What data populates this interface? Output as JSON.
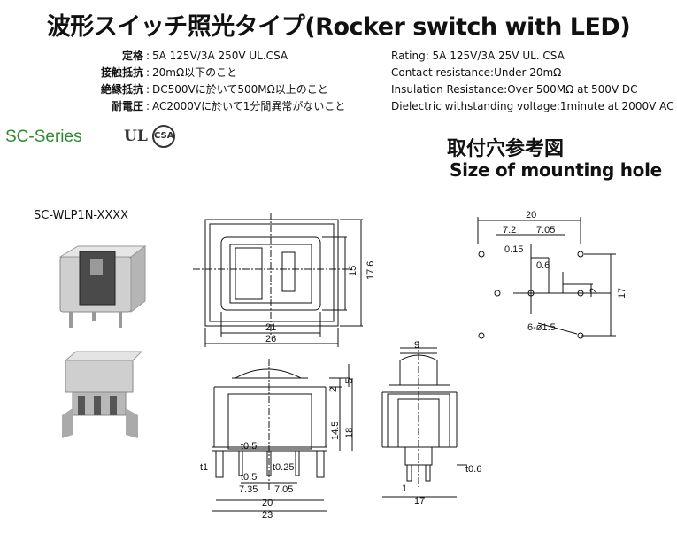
{
  "header": {
    "title": "波形スイッチ照光タイプ(Rocker switch with LED)"
  },
  "specs_jp": [
    {
      "label": "定格",
      "value": "5A 125V/3A 250V UL.CSA"
    },
    {
      "label": "接触抵抗",
      "value": "20mΩ以下のこと"
    },
    {
      "label": "絶縁抵抗",
      "value": "DC500Vに於いて500MΩ以上のこと"
    },
    {
      "label": "耐電圧",
      "value": "AC2000Vに於いて1分間異常がないこと"
    }
  ],
  "specs_en": [
    "Rating: 5A 125V/3A 25V  UL. CSA",
    "Contact resistance:Under 20mΩ",
    "Insulation Resistance:Over 500MΩ  at 500V DC",
    "Dielectric withstanding voltage:1minute at 2000V AC"
  ],
  "series": {
    "label": "SC-Series",
    "ul_mark": "UL",
    "csa_mark": "CSA",
    "color": "#2e8b2e"
  },
  "mounting_hole": {
    "title_jp": "取付穴参考図",
    "title_en": "Size of mounting hole"
  },
  "product": {
    "model": "SC-WLP1N-XXXX"
  },
  "dimensions": {
    "top_view": {
      "inner_w": "21",
      "outer_w": "26",
      "inner_h": "15",
      "outer_h": "17.6"
    },
    "front_view": {
      "t_top": "2",
      "t_right": "5",
      "body_h": "14.5",
      "total_h": "18",
      "t05a": "t0.5",
      "t05b": "t0.5",
      "t025": "t0.25",
      "t1": "t1",
      "p1": "7.35",
      "p2": "7.05",
      "w20": "20",
      "w23": "23"
    },
    "side_view": {
      "top": "9",
      "bottom": "17",
      "pin": "1",
      "t06": "t0.6"
    },
    "hole": {
      "w20": "20",
      "p1": "7.2",
      "p2": "7.05",
      "t015": "0.15",
      "d06": "0.6",
      "h2": "2",
      "h17": "17",
      "holes": "6-ø1.5"
    }
  }
}
